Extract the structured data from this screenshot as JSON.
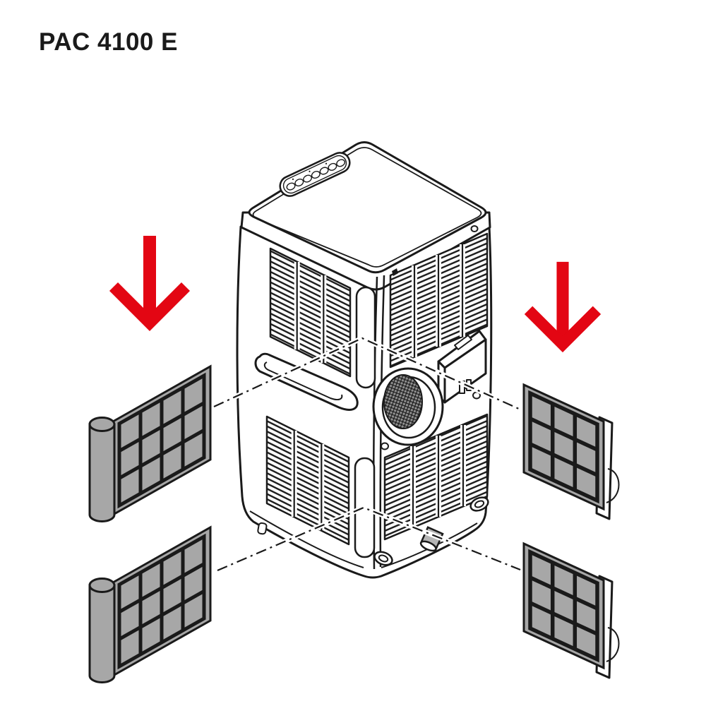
{
  "title": "PAC 4100 E",
  "colors": {
    "background": "#ffffff",
    "ink": "#1a1a1a",
    "arrow_red": "#e30613",
    "filter_gray": "#a7a7a7",
    "mesh_gray": "#8f8f8f",
    "plug_gray": "#b5b5b5"
  },
  "figure": {
    "subject": "portable air conditioner line drawing with four air filters",
    "filters_left_count": 2,
    "filters_right_count": 2,
    "arrow_icon": "arrow-down"
  }
}
